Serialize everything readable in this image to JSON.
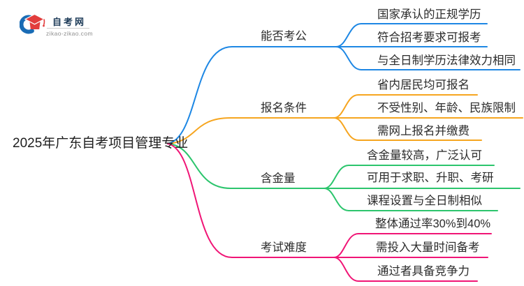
{
  "logo": {
    "title": "自考网",
    "domain": "zikao-zikao.com"
  },
  "central": {
    "title": "2025年广东自考项目管理专业"
  },
  "colors": {
    "blue": "#1d87e4",
    "orange": "#f6a51f",
    "green": "#2cc56d",
    "pink": "#f01576",
    "logo_blue": "#1a6cb5",
    "logo_red": "#e23d3d",
    "text": "#2b2b2b"
  },
  "branches": [
    {
      "label": "能否考公",
      "color": "#1d87e4",
      "leaves": [
        "国家承认的正规学历",
        "符合招考要求可报考",
        "与全日制学历法律效力相同"
      ]
    },
    {
      "label": "报名条件",
      "color": "#f6a51f",
      "leaves": [
        "省内居民均可报名",
        "不受性别、年龄、民族限制",
        "需网上报名并缴费"
      ]
    },
    {
      "label": "含金量",
      "color": "#2cc56d",
      "leaves": [
        "含金量较高，广泛认可",
        "可用于求职、升职、考研",
        "课程设置与全日制相似"
      ]
    },
    {
      "label": "考试难度",
      "color": "#f01576",
      "leaves": [
        "整体通过率30%到40%",
        "需投入大量时间备考",
        "通过者具备竞争力"
      ]
    }
  ]
}
